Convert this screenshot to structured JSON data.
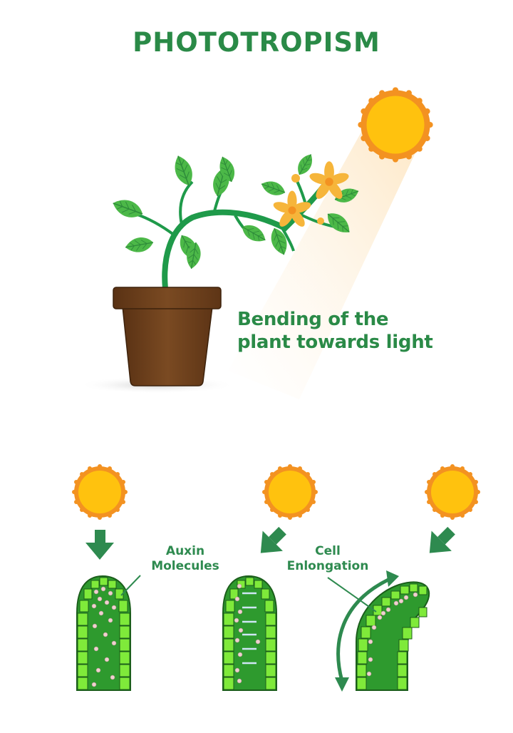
{
  "title": "PHOTOTROPISM",
  "top_illustration": {
    "caption_line1": "Bending of the",
    "caption_line2": "plant towards light",
    "elements": [
      "sun-icon",
      "light-beam",
      "plant",
      "flowers",
      "flower-pot"
    ]
  },
  "bottom_illustration": {
    "stages": [
      {
        "stage": 1,
        "light_direction": "from above",
        "label_line1": "Auxin",
        "label_line2": "Molecules"
      },
      {
        "stage": 2,
        "light_direction": "from upper right",
        "label_line1": "Cell",
        "label_line2": "Enlongation"
      },
      {
        "stage": 3,
        "light_direction": "from upper right",
        "shoot": "bent towards light"
      }
    ]
  },
  "colors": {
    "title_green": "#2a8a47",
    "sun_core": "#ffc20e",
    "sun_ring": "#f39221",
    "leaf_green": "#4cb848",
    "stem_green": "#1f9a4a",
    "pot_brown": "#6b3e1b",
    "cell_light_green": "#7fea3a",
    "tissue_green": "#2e9a2e",
    "arrow_green": "#2e8a4f",
    "auxin_pink": "#f0d0d0"
  }
}
